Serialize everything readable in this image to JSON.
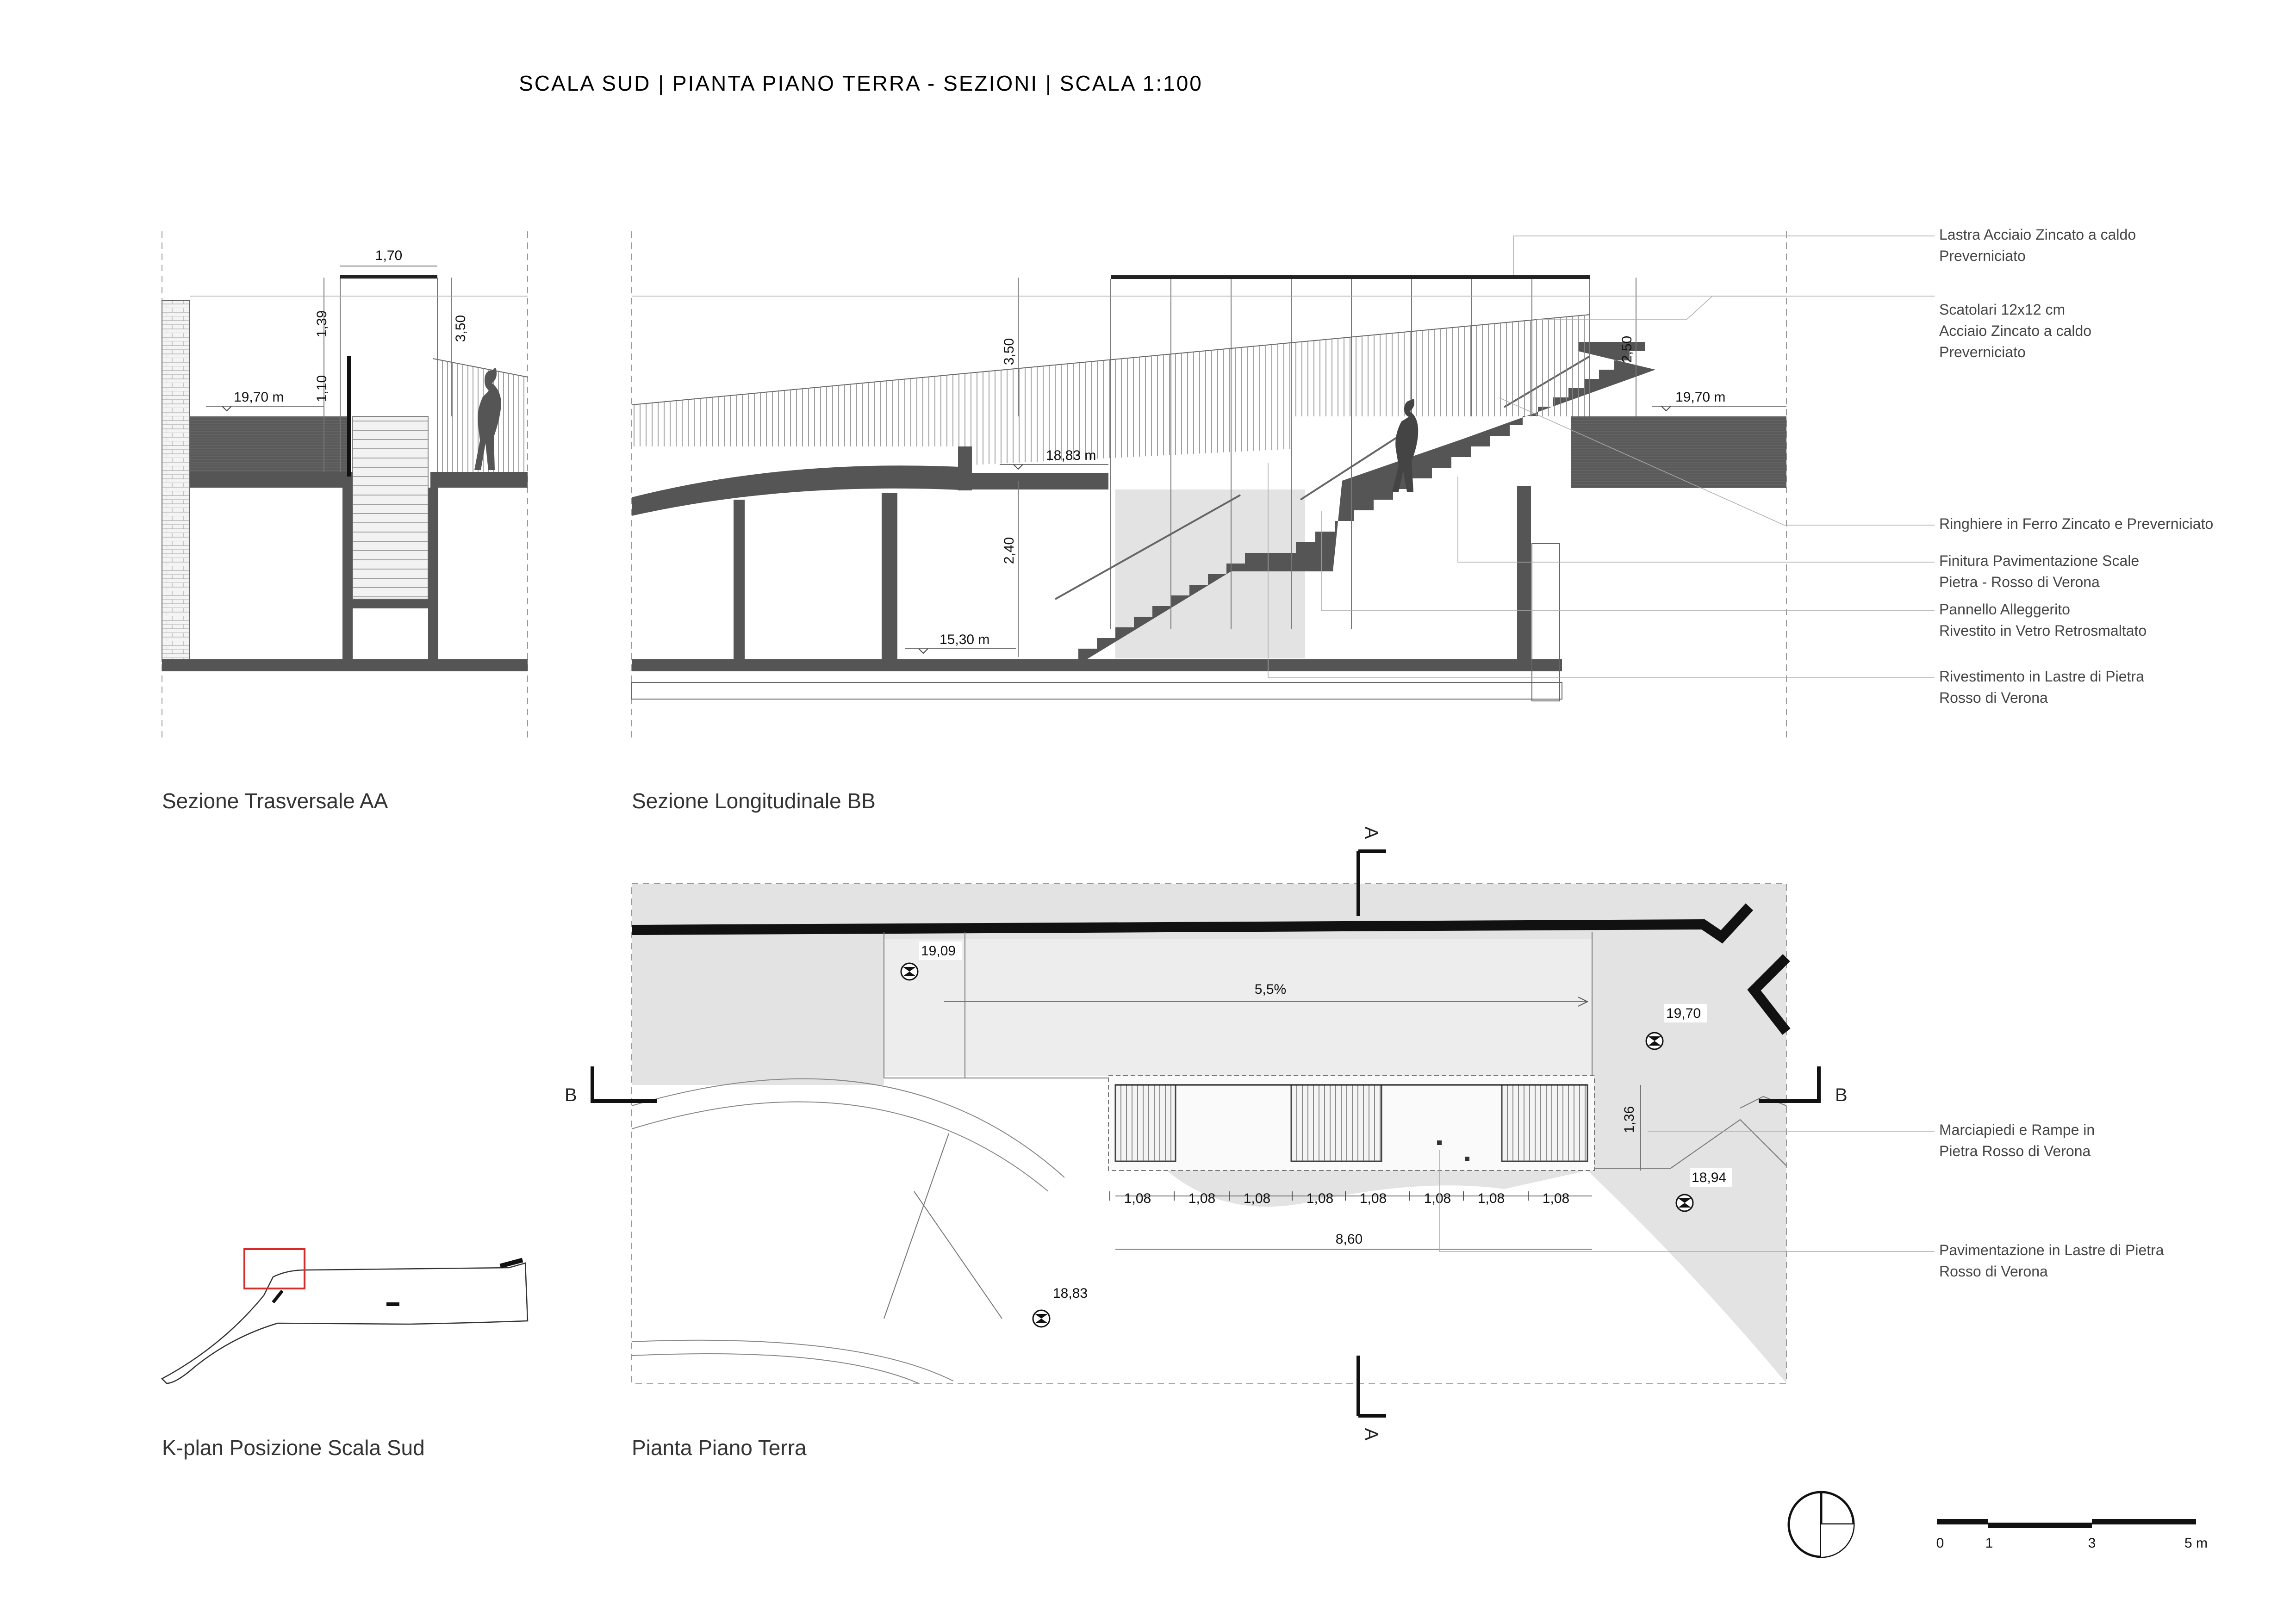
{
  "sheet_title": "SCALA SUD | PIANTA PIANO TERRA - SEZIONI | SCALA 1:100",
  "section_aa": {
    "caption": "Sezione Trasversale AA",
    "dims": {
      "width": "1,70",
      "h1": "1,39",
      "h2": "1,10",
      "h3": "3,50"
    },
    "level": "19,70 m"
  },
  "section_bb": {
    "caption": "Sezione Longitudinale BB",
    "dims": {
      "h_left": "3,50",
      "h_mid": "2,40",
      "h_right": "2,50"
    },
    "levels": {
      "top_right": "19,70 m",
      "mid": "18,83 m",
      "bottom": "15,30 m"
    }
  },
  "notes": [
    {
      "line1": "Lastra Acciaio Zincato a caldo",
      "line2": "Preverniciato"
    },
    {
      "line1": "Scatolari 12x12 cm",
      "line2": "Acciaio Zincato a caldo",
      "line3": "Preverniciato"
    },
    {
      "line1": "Ringhiere in Ferro Zincato e Preverniciato"
    },
    {
      "line1": "Finitura Pavimentazione Scale",
      "line2": "Pietra - Rosso di Verona"
    },
    {
      "line1": "Pannello Alleggerito",
      "line2": "Rivestito in Vetro Retrosmaltato"
    },
    {
      "line1": "Rivestimento in Lastre di Pietra",
      "line2": "Rosso di Verona"
    }
  ],
  "plan": {
    "caption": "Pianta Piano Terra",
    "section_marks": {
      "a": "A",
      "b": "B"
    },
    "levels": {
      "top_left": "19,09",
      "right": "19,70",
      "bottom_right": "18,94",
      "bottom_left": "18,83"
    },
    "slope": "5,5%",
    "side_dim": "1,36",
    "step_dims": [
      "1,08",
      "1,08",
      "1,08",
      "1,08",
      "1,08",
      "1,08",
      "1,08",
      "1,08"
    ],
    "total_dim": "8,60",
    "notes": [
      {
        "line1": "Marciapiedi e Rampe in",
        "line2": "Pietra Rosso di Verona"
      },
      {
        "line1": "Pavimentazione in Lastre di Pietra",
        "line2": "Rosso di Verona"
      }
    ]
  },
  "kplan": {
    "caption": "K-plan Posizione Scala Sud",
    "highlight_color": "#d62b2b"
  },
  "scale_bar": {
    "labels": [
      "0",
      "1",
      "3",
      "5 m"
    ]
  },
  "north_arrow": {
    "icon": "north-arrow-icon"
  }
}
